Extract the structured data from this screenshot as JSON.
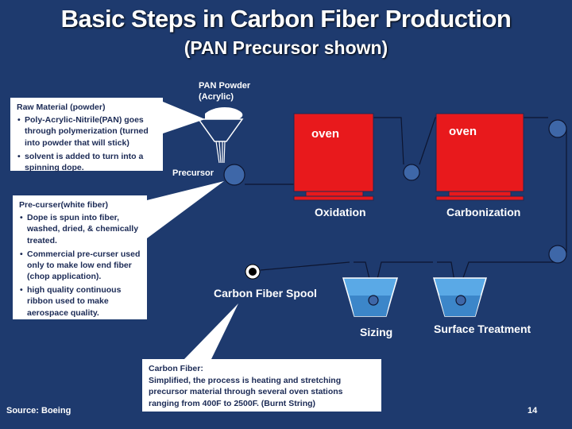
{
  "slide": {
    "title": "Basic Steps in Carbon Fiber Production",
    "subtitle": "(PAN Precursor shown)",
    "source": "Source: Boeing",
    "page_number": "14"
  },
  "labels": {
    "pan_powder_line1": "PAN Powder",
    "pan_powder_line2": "(Acrylic)",
    "precursor": "Precursor",
    "oven1": "oven",
    "oven2": "oven",
    "oxidation": "Oxidation",
    "carbonization": "Carbonization",
    "spool": "Carbon Fiber Spool",
    "sizing": "Sizing",
    "surface_treatment": "Surface Treatment"
  },
  "callouts": {
    "raw_material": {
      "title": "Raw Material (powder)",
      "bullets": [
        "Poly-Acrylic-Nitrile(PAN) goes through polymerization (turned into powder that will stick)",
        "solvent is added to turn into a spinning dope."
      ]
    },
    "precurser": {
      "title": "Pre-curser(white fiber)",
      "bullets": [
        "Dope is spun into fiber, washed, dried, & chemically treated.",
        "Commercial pre-curser used only to make low end fiber (chop application).",
        "high quality continuous ribbon used to make aerospace quality."
      ]
    },
    "carbon_fiber": {
      "title": "Carbon Fiber:",
      "text": "Simplified, the process is heating and stretching precursor material through several oven stations ranging from 400F to 2500F.  (Burnt String)"
    }
  },
  "colors": {
    "background": "#1e3a6e",
    "oven": "#e8191c",
    "roller": "#3e67a8",
    "bath": "#5aa9e6"
  }
}
